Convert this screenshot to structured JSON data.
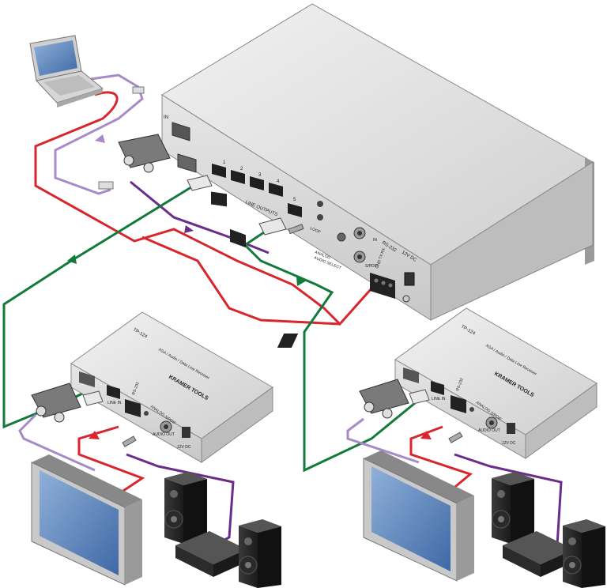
{
  "colors": {
    "red": "#d8262c",
    "green": "#127a3a",
    "purple": "#6a2d8a",
    "lavender": "#a78ac6",
    "chassis": "#d9d9d9"
  },
  "main_unit": {
    "in_label": "IN",
    "port_numbers": [
      "1",
      "2",
      "3",
      "4",
      "5"
    ],
    "line_outputs_label": "LINE OUTPUTS",
    "analog_label": "ANALOG",
    "audio_select_label": "AUDIO SELECT",
    "spdif_label": "S/PDIF",
    "in2_label": "IN",
    "loop_label": "LOOP",
    "rs232_label": "RS-232",
    "gnd_tx_rx_label": "GND TX RX",
    "power_label": "12V DC"
  },
  "receivers": [
    {
      "model": "TP-124",
      "subtitle": "XGA / Audio / Data Line Receiver",
      "brand": "KRAMER TOOLS",
      "line_in_label": "LINE IN",
      "rs232_label": "RS-232",
      "analog_label": "ANALOG",
      "spdif_label": "S/PDIF",
      "audio_out_label": "AUDIO OUT",
      "power_label": "12V DC"
    },
    {
      "model": "TP-124",
      "subtitle": "XGA / Audio / Data Line Receiver",
      "brand": "KRAMER TOOLS",
      "line_in_label": "LINE IN",
      "rs232_label": "RS-232",
      "analog_label": "ANALOG",
      "spdif_label": "S/PDIF",
      "audio_out_label": "AUDIO OUT",
      "power_label": "12V DC"
    }
  ]
}
